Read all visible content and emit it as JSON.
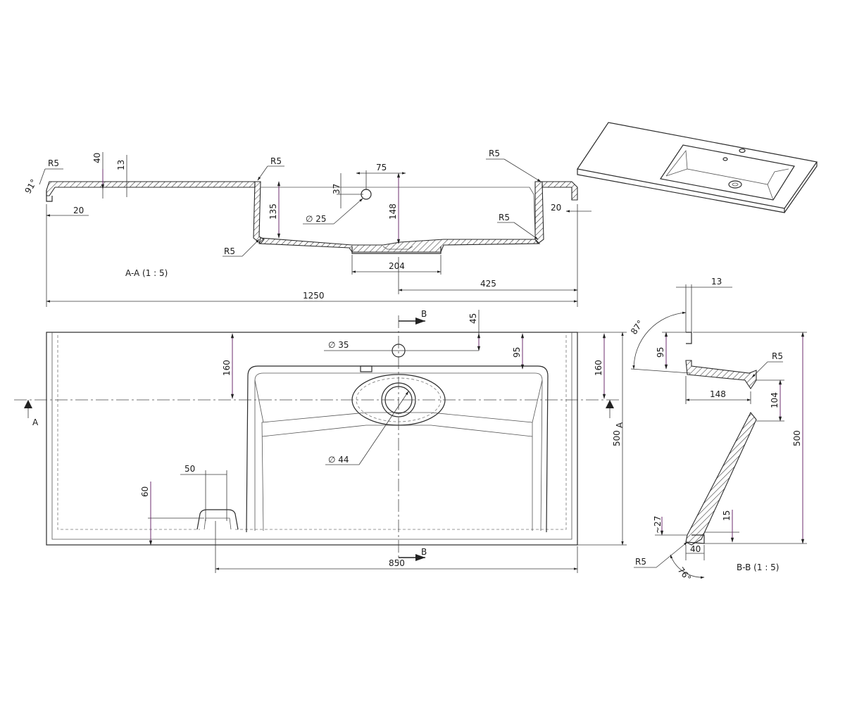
{
  "views": {
    "section_aa_label": "A-A  (1 : 5)",
    "section_bb_label": "B-B  (1 : 5)"
  },
  "section_markers": {
    "a_left": "A",
    "a_right": "A",
    "b_top": "B",
    "b_bottom": "B"
  },
  "dims_aa": {
    "r5_left": "R5",
    "d40": "40",
    "d13": "13",
    "d20_left": "20",
    "r5_inner_left": "R5",
    "d135": "135",
    "d37": "37",
    "d75": "75",
    "d25": "25",
    "d148": "148",
    "r5_top_right": "R5",
    "r5_inner_right": "R5",
    "d20_right": "20",
    "r5_bottom_left": "R5",
    "d204": "204",
    "d425": "425",
    "d1250": "1250",
    "angle91": "91°"
  },
  "dims_plan": {
    "d45": "45",
    "d35": "35",
    "d95": "95",
    "d160_left": "160",
    "d160_right": "160",
    "d500": "500",
    "d44": "44",
    "d50": "50",
    "d60": "60",
    "d850": "850"
  },
  "dims_bb": {
    "d13": "13",
    "angle87": "87°",
    "d95": "95",
    "r5_top": "R5",
    "d148": "148",
    "d104": "104",
    "d500": "500",
    "d27": "~27",
    "d15": "15",
    "d40": "40",
    "r5_bottom": "R5",
    "angle76": "76°"
  },
  "diameter_symbol": "∅"
}
